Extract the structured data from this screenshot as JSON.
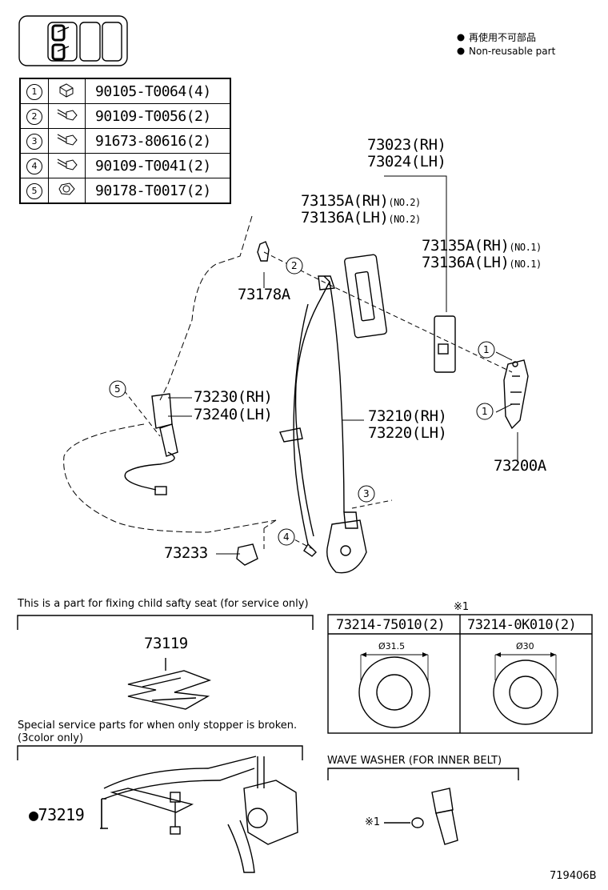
{
  "legend": {
    "jp": "再使用不可部品",
    "en": "Non-reusable part"
  },
  "parts_table": [
    {
      "num": "1",
      "part": "90105-T0064(4)"
    },
    {
      "num": "2",
      "part": "90109-T0056(2)"
    },
    {
      "num": "3",
      "part": "91673-80616(2)"
    },
    {
      "num": "4",
      "part": "90109-T0041(2)"
    },
    {
      "num": "5",
      "part": "90178-T0017(2)"
    }
  ],
  "callouts": {
    "p73023": "73023(RH)",
    "p73024": "73024(LH)",
    "p73135a_no2": "73135A(RH)",
    "p73136a_no2": "73136A(LH)",
    "no2": "(NO.2)",
    "p73135a_no1": "73135A(RH)",
    "p73136a_no1": "73136A(LH)",
    "no1": "(NO.1)",
    "p73178a": "73178A",
    "p73230": "73230(RH)",
    "p73240": "73240(LH)",
    "p73210": "73210(RH)",
    "p73220": "73220(LH)",
    "p73200a": "73200A",
    "p73233": "73233",
    "circle1": "1",
    "circle2": "2",
    "circle3": "3",
    "circle4": "4",
    "circle5": "5"
  },
  "child_seat": {
    "note": "This is a part for fixing child safty seat (for service only)",
    "part": "73119"
  },
  "washers": {
    "mark": "※1",
    "left_part": "73214-75010(2)",
    "right_part": "73214-0K010(2)",
    "left_dia": "Ø31.5",
    "right_dia": "Ø30"
  },
  "stopper": {
    "note_line1": "Special service parts for when only stopper is broken.",
    "note_line2": "(3color only)",
    "part": "●73219"
  },
  "wave_washer": {
    "title": "WAVE WASHER (FOR INNER BELT)",
    "ref": "※1"
  },
  "diagram_id": "719406B"
}
